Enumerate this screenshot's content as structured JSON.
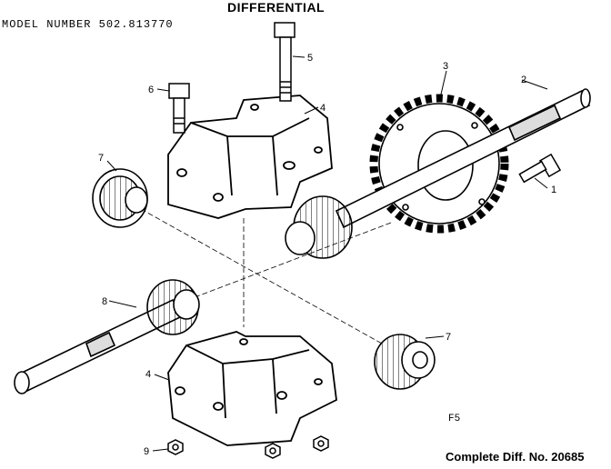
{
  "header": {
    "title": "DIFFERENTIAL",
    "model_number": "MODEL NUMBER 502.813770"
  },
  "callouts": [
    "1",
    "2",
    "3",
    "4",
    "5",
    "6",
    "7",
    "4",
    "7",
    "8",
    "9"
  ],
  "figure_id": "F5",
  "footer": {
    "complete_diff": "Complete Diff. No. 20685"
  }
}
